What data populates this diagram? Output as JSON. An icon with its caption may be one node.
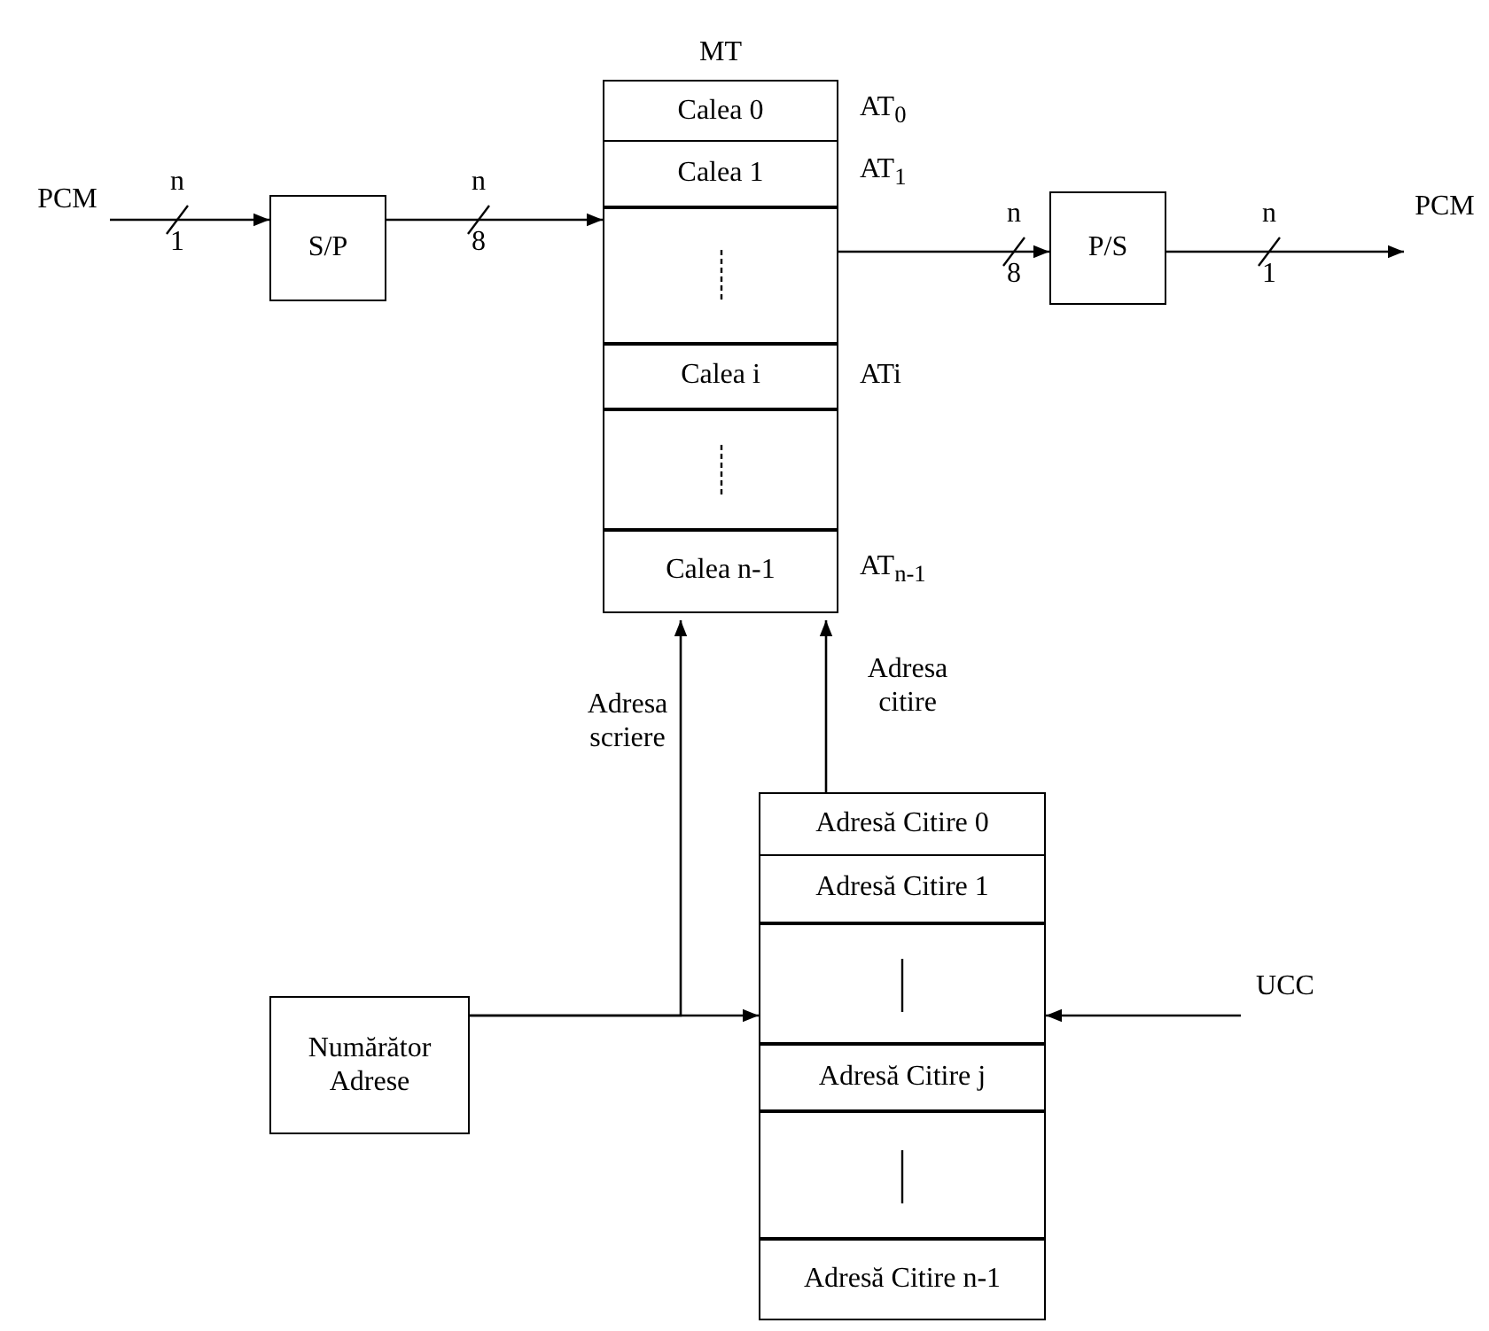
{
  "diagram": {
    "nodes": [
      {
        "text": [
          "PCM"
        ]
      },
      {
        "text": [
          "S/P"
        ]
      },
      {
        "text": [
          "MT"
        ]
      },
      {
        "text": [
          "Calea 0"
        ],
        "in": 2,
        "beside": [
          "AT$_{0}$"
        ]
      },
      {
        "text": [
          "Calea 1"
        ],
        "in": 2,
        "beside": [
          "AT$_{1}$"
        ]
      },
      {
        "text": [],
        "shape": "box",
        "in": 2
      },
      {
        "text": [
          "Calea i"
        ],
        "in": 2,
        "beside": [
          "ATi"
        ]
      },
      {
        "text": [],
        "shape": "box",
        "in": 2
      },
      {
        "text": [
          "Calea n-1"
        ],
        "in": 2,
        "beside": [
          "AT$_{n-1}$"
        ]
      },
      {
        "text": [
          "P/S"
        ]
      },
      {
        "text": [
          "PCM"
        ]
      },
      {
        "text": [
          "Numărător Adrese"
        ]
      },
      {
        "text": [],
        "shape": "box"
      },
      {
        "text": [
          "Adresă Citire 0"
        ],
        "in": 12
      },
      {
        "text": [
          "Adresă Citire 1"
        ],
        "in": 12
      },
      {
        "text": [],
        "shape": "box",
        "in": 12
      },
      {
        "text": [
          "Adresă Citire j"
        ],
        "in": 12
      },
      {
        "text": [],
        "shape": "box",
        "in": 12
      },
      {
        "text": [
          "Adresă Citire n-1"
        ],
        "in": 12
      },
      {
        "text": [
          "UCC"
        ]
      }
    ],
    "edges": [
      {
        "from": 0,
        "to": 1,
        "arrow": "to"
      },
      {
        "from": 1,
        "to": 2,
        "arrow": "to"
      },
      {
        "from": 2,
        "to": 9,
        "arrow": "to"
      },
      {
        "from": 9,
        "to": 10,
        "arrow": "to"
      },
      {
        "from": 11,
        "to": 2,
        "arrow": "to",
        "label": "Adresa scriere"
      },
      {
        "from": 12,
        "to": 2,
        "arrow": "to",
        "label": "Adresa citire"
      },
      {
        "from": 11,
        "to": 12,
        "arrow": "to"
      },
      {
        "from": 19,
        "to": 12,
        "arrow": "to"
      }
    ],
    "labels": [
      "n",
      "n",
      "n",
      "n",
      "1",
      "8",
      "8",
      "1"
    ]
  }
}
